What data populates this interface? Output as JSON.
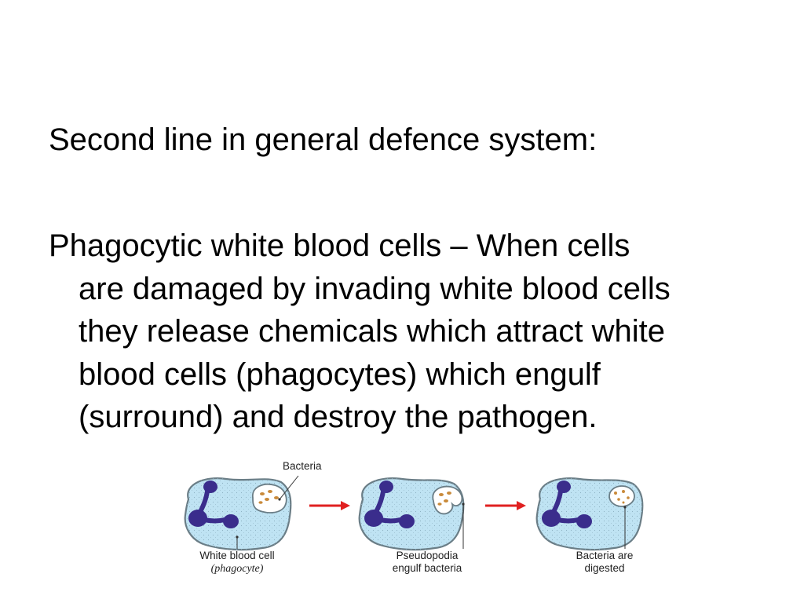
{
  "slide": {
    "heading": "Second line in general defence system:",
    "paragraph_lines": [
      "Phagocytic white blood cells – When cells",
      "are damaged by invading white blood cells",
      "they release chemicals which attract white",
      "blood cells (phagocytes) which engulf",
      "(surround) and destroy the pathogen."
    ]
  },
  "diagram": {
    "labels": {
      "bacteria": "Bacteria",
      "white_blood_cell": "White blood cell",
      "phagocyte": "(phagocyte)",
      "pseudopodia_1": "Pseudopodia",
      "pseudopodia_2": "engulf bacteria",
      "digested_1": "Bacteria are",
      "digested_2": "digested"
    },
    "colors": {
      "cytoplasm": "#bfe3f3",
      "membrane": "#6a7d86",
      "nucleus": "#3a2d8c",
      "bacteria": "#c98a3a",
      "arrow": "#e02020"
    }
  }
}
